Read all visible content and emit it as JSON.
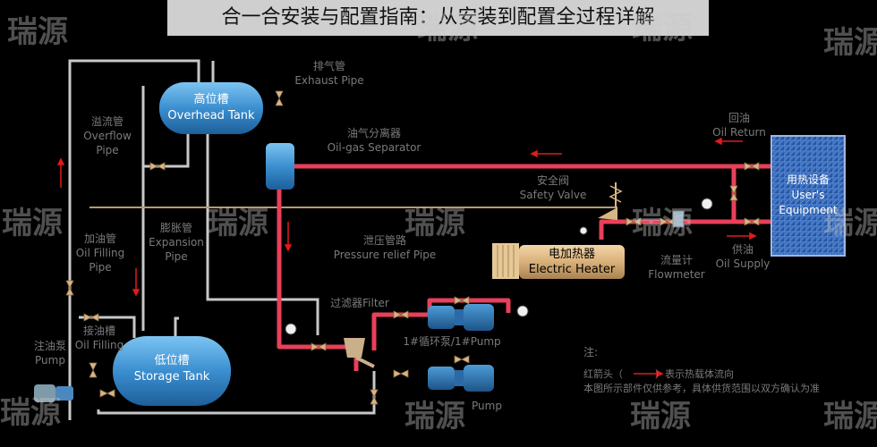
{
  "banner": {
    "title": "合一合安装与配置指南：从安装到配置全过程详解"
  },
  "watermark": "瑞源",
  "tanks": {
    "overhead": {
      "cn": "高位槽",
      "en": "Overhead Tank"
    },
    "storage": {
      "cn": "低位槽",
      "en": "Storage Tank"
    }
  },
  "heater": {
    "cn": "电加热器",
    "en": "Electric Heater"
  },
  "user_equipment": {
    "cn": "用热设备",
    "en1": "User's",
    "en2": "Equipment"
  },
  "labels": {
    "exhaust": {
      "cn": "排气管",
      "en": "Exhaust Pipe"
    },
    "overflow": {
      "cn": "溢流管",
      "en1": "Overflow",
      "en2": "Pipe"
    },
    "separator": {
      "cn": "油气分离器",
      "en": "Oil-gas Separator"
    },
    "safety": {
      "cn": "安全阀",
      "en": "Safety Valve"
    },
    "expansion": {
      "cn": "膨胀管",
      "en1": "Expansion",
      "en2": "Pipe"
    },
    "pressure_relief": {
      "cn": "泄压管路",
      "en": "Pressure relief Pipe"
    },
    "oil_filling_pipe": {
      "cn": "加油管",
      "en1": "Oil Filling",
      "en2": "Pipe"
    },
    "filter": {
      "text": "过滤器Filter"
    },
    "pump1": {
      "text": "1#循环泵/1#Pump"
    },
    "pump2": {
      "text": "Pump"
    },
    "oil_filling": {
      "cn": "接油槽",
      "en": "Oil Filling"
    },
    "oil_pump": {
      "cn": "注油泵",
      "en": "Pump"
    },
    "oil_return": {
      "cn": "回油",
      "en": "Oil Return"
    },
    "oil_supply": {
      "cn": "供油",
      "en": "Oil Supply"
    },
    "flowmeter": {
      "cn": "流量计",
      "en": "Flowmeter"
    }
  },
  "notes": {
    "title": "注:",
    "line1_a": "红箭头（",
    "line1_b": "）表示热载体流向",
    "line2": "本图所示部件仅供参考，具体供货范围以双方确认为准"
  },
  "colors": {
    "hot_pipe": "#e8405a",
    "cold_pipe": "#c8c8c8",
    "tank_blue": "#3b8fd0",
    "heater_tan": "#d9b07a",
    "panel_blue": "#2f5fb0",
    "arrow_red": "#e01a1a"
  }
}
